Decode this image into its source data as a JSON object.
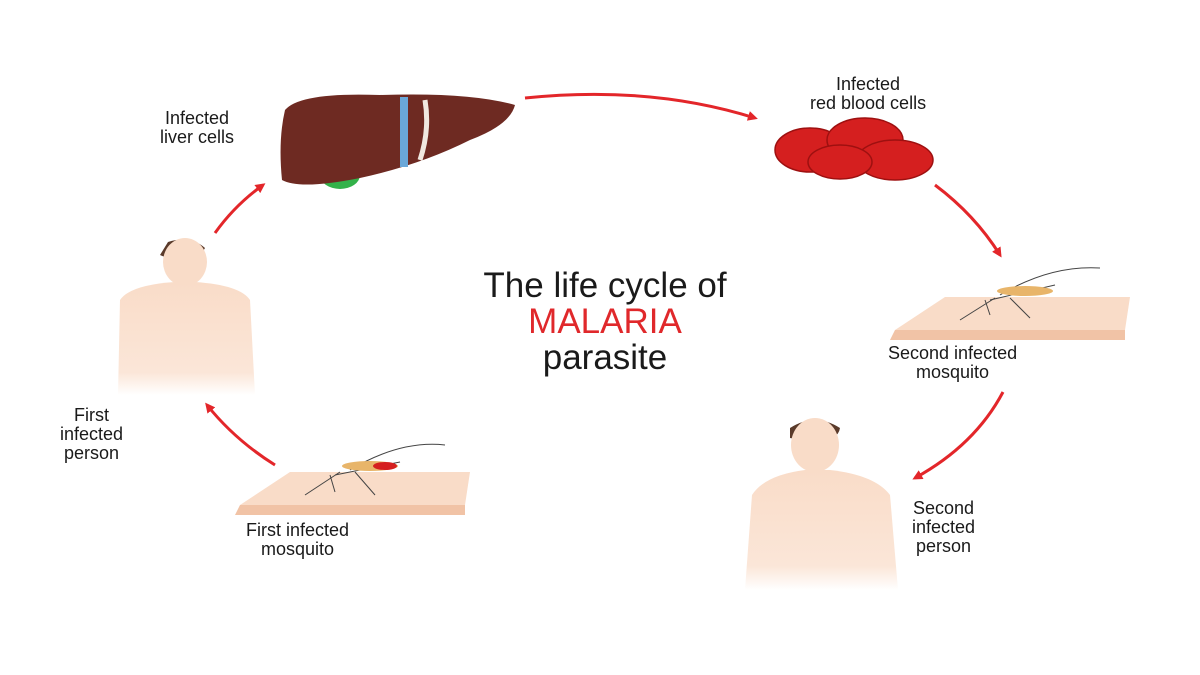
{
  "title": {
    "line1": "The life cycle of",
    "line2": "MALARIA",
    "line3": "parasite"
  },
  "labels": {
    "liver": [
      "Infected",
      "liver cells"
    ],
    "rbc": [
      "Infected",
      "red blood cells"
    ],
    "second_mosquito": [
      "Second infected",
      "mosquito"
    ],
    "second_person": [
      "Second",
      "infected",
      "person"
    ],
    "first_mosquito": [
      "First infected",
      "mosquito"
    ],
    "first_person": [
      "First",
      "infected",
      "person"
    ]
  },
  "colors": {
    "accent": "#e0282b",
    "liver": "#6e2a22",
    "rbc": "#d51f1f",
    "skin": "#f9dcc8",
    "arrow": "#e3262a"
  }
}
